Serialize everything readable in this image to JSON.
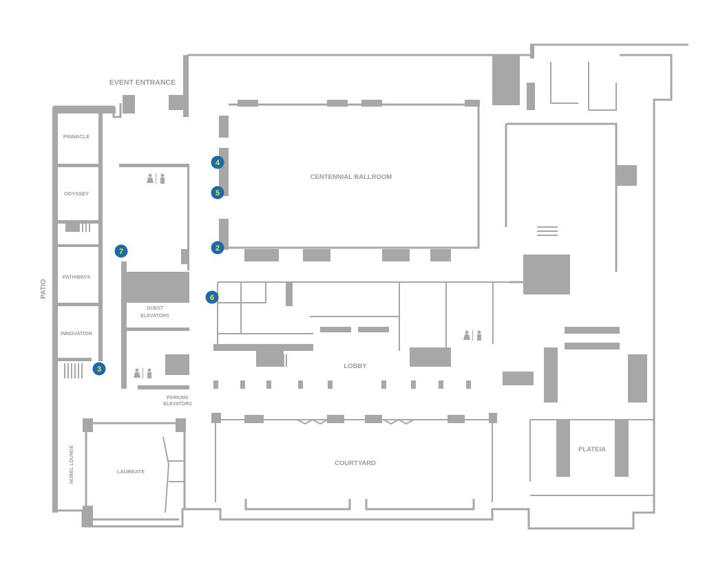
{
  "floorplan": {
    "colors": {
      "wall": "#a7a7a7",
      "label": "#9a9a9a",
      "marker_fill": "#1d6aa8",
      "marker_text": "#ffe600"
    },
    "labels": {
      "event_entrance": "EVENT ENTRANCE",
      "pinnacle": "PINNACLE",
      "odyssey": "ODYSSEY",
      "pathways": "PATHWAYS",
      "innovation": "INNOVATION",
      "patio": "PATIO",
      "guest_elevators_1": "GUEST",
      "guest_elevators_2": "ELEVATORS",
      "parking_elevators_1": "PARKING",
      "parking_elevators_2": "ELEVATORS",
      "centennial_ballroom": "CENTENNIAL BALLROOM",
      "lobby": "LOBBY",
      "courtyard": "COURTYARD",
      "plateia": "PLATEIA",
      "laureate": "LAUREATE",
      "nobel_lounge": "NOBEL LOUNGE"
    },
    "markers": [
      "4",
      "5",
      "2",
      "7",
      "6",
      "3"
    ],
    "icons": [
      "restroom-icon",
      "stairs-icon"
    ]
  }
}
